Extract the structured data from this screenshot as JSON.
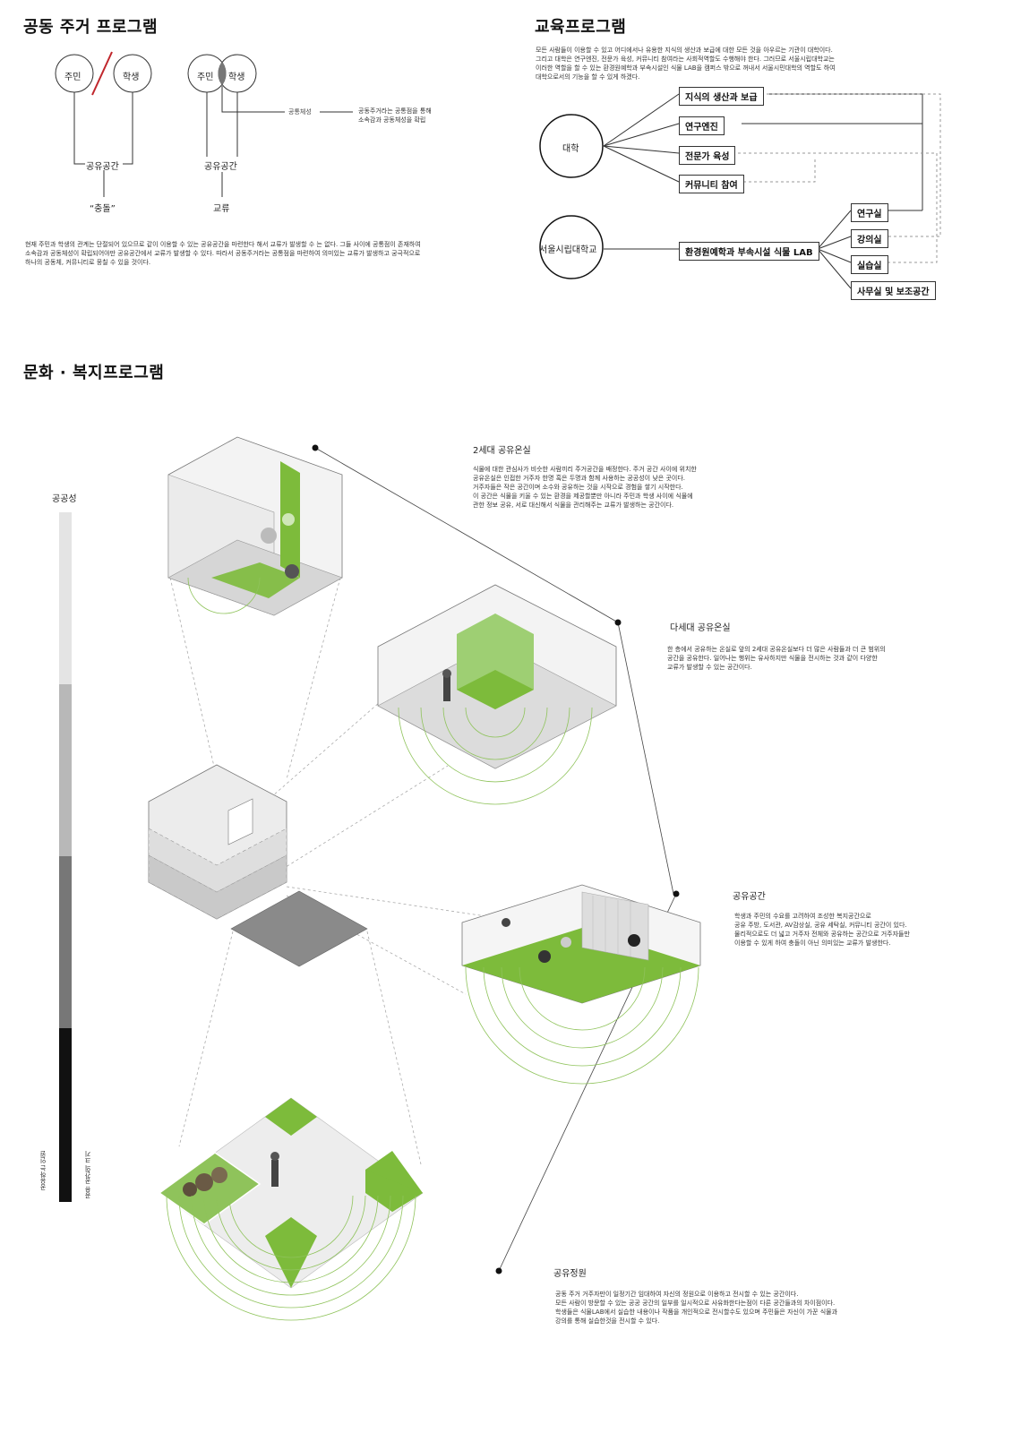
{
  "housing": {
    "title": "공동 주거 프로그램",
    "resident": "주민",
    "student": "학생",
    "shared_space": "공유공간",
    "conflict": "“충돌”",
    "exchange": "교류",
    "commonality": "공통체성",
    "commonality_note": "공동주거라는 공통점을 통해\n소속감과 공동체성을 확립",
    "description": "현재 주민과 학생의 관계는 단절되어 있으므로 같이 이용할 수 있는 공유공간을 마련한다 해서 교류가 발생할 수 는 없다. 그들 사이에 공통점이 존재하여\n소속감과 공동체성이 확립되어야만 공유공간에서 교류가 발생할 수 있다. 따라서 공동주거라는 공통점을 마련하여 의미있는 교류가 발생하고 궁극적으로\n하나의 공동체, 커뮤니티로 뭉칠 수 있을 것이다."
  },
  "education": {
    "title": "교육프로그램",
    "description": "모든 사람들이 이용할 수 있고 어디에서나 유용한 지식의 생산과 보급에 대한 모든 것을 아우르는 기관이 대학이다.\n그리고 대학은 연구엔진, 전문가 육성, 커뮤니티 참여라는 사회적역할도 수행해야 한다. 그러므로 서울시립대학교는\n이러한 역할을 할 수 있는 환경원예학과 부속시설인 식물 LAB을 캠퍼스 밖으로 꺼내서 서울시민대학의 역할도 하여\n대학으로서의 기능을 할 수 있게 하겠다.",
    "university": "대학",
    "uos": "서울시립대학교",
    "roles": [
      "지식의 생산과 보급",
      "연구엔진",
      "전문가 육성",
      "커뮤니티 참여"
    ],
    "lab": "환경원예학과 부속시설 식물 LAB",
    "facilities": [
      "연구실",
      "강의실",
      "실습실",
      "사무실 및 보조공간"
    ]
  },
  "culture": {
    "title": "문화 · 복지프로그램",
    "publicness": "공공성",
    "axis_people": "공유하는 인원",
    "axis_size": "공유 공간의 크기",
    "items": [
      {
        "title": "2세대 공유온실",
        "text": "식물에 대한 관심사가 비슷한 사람끼리 주거공간을 배정한다. 주거 공간 사이에 위치한\n공유온실은 인접한 거주자 한명 혹은 두명과 함께 사용하는 공공성이 낮은 곳이다.\n거주자들은 작은 공간이며 소수와 공유하는 것을 시작으로 경험을 쌓기 시작한다.\n이 공간은 식물을 키울 수 있는 환경을 제공할뿐만 아니라 주민과 학생 사이에 식물에\n관한 정보 공유, 서로 대신해서 식물을 관리해주는 교류가 발생하는 공간이다."
      },
      {
        "title": "다세대 공유온실",
        "text": "한 층에서 공유하는 온실로 앞의 2세대 공유온실보다 더 많은 사람들과 더 큰 범위의\n공간을 공유한다. 일어나는 행위는 유사하지만 식물을 전시하는 것과 같이 다양한\n교류가 발생할 수 있는 공간이다."
      },
      {
        "title": "공유공간",
        "text": "학생과 주민의 수요를 고려하여 조성한 복지공간으로\n공유 주방, 도서관, AV감상실, 공유 세탁실, 커뮤니티 공간이 있다.\n물리적으로도 더 넓고 거주자 전체와 공유하는 공간으로 거주자들만\n이용할 수 있게 하여 충돌이 아닌 의미있는 교류가 발생한다."
      },
      {
        "title": "공유정원",
        "text": "공동 주거 거주자만이 일정기간 임대하여 자신의 정원으로 이용하고 전시할 수 있는 공간이다.\n모든 사람이 방문할 수 있는 공공 공간의 일부를 일시적으로 사유화한다는점이 다른 공간들과의 차이점이다.\n학생들은 식물LAB에서 실습한 내용이나 작품을 개인적으로 전시할수도 있으며 주민들은 자신이 가꾼 식물과\n강의를 통해 실습한것을 전시할 수 있다."
      }
    ]
  },
  "colors": {
    "accent_green": "#7dbb3b",
    "red_slash": "#c0262c",
    "ring_green": "#8fc35b"
  }
}
